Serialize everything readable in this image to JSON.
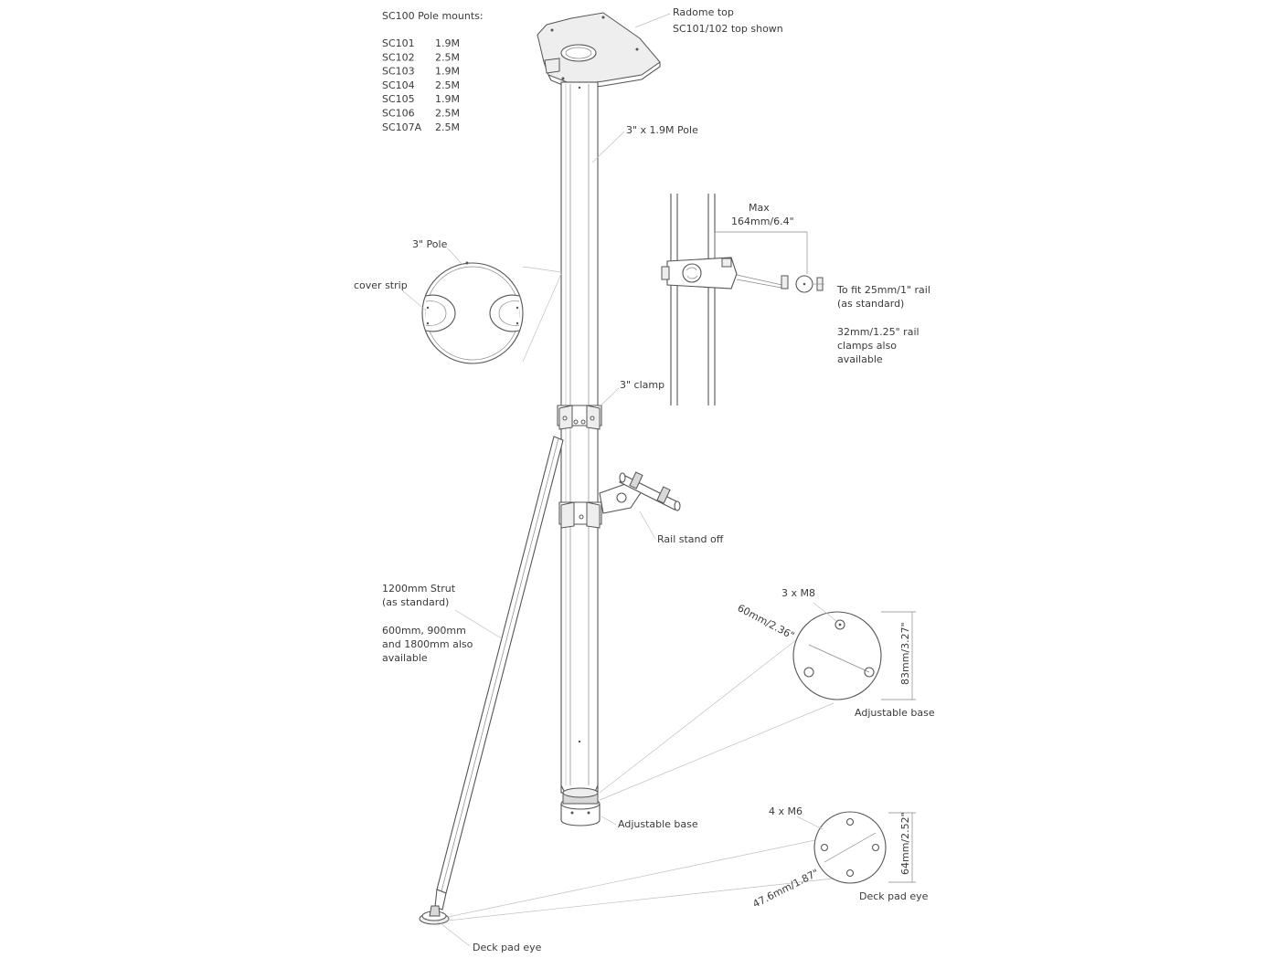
{
  "mounts": {
    "heading": "SC100 Pole mounts:",
    "items": [
      {
        "code": "SC101",
        "length": "1.9M"
      },
      {
        "code": "SC102",
        "length": "2.5M"
      },
      {
        "code": "SC103",
        "length": "1.9M"
      },
      {
        "code": "SC104",
        "length": "2.5M"
      },
      {
        "code": "SC105",
        "length": "1.9M"
      },
      {
        "code": "SC106",
        "length": "2.5M"
      },
      {
        "code": "SC107A",
        "length": "2.5M"
      }
    ]
  },
  "labels": {
    "radome_top": "Radome top",
    "radome_shown": "SC101/102 top shown",
    "pole": "3\" x 1.9M Pole",
    "pole_section": "3\" Pole",
    "cover_strip": "cover strip",
    "clamp": "3\" clamp",
    "rail_standoff": "Rail stand off",
    "max": "Max",
    "max_dim": "164mm/6.4\"",
    "rail_fit_1": "To fit 25mm/1\" rail",
    "rail_fit_2": "(as standard)",
    "rail_alt_1": "32mm/1.25\" rail",
    "rail_alt_2": "clamps also",
    "rail_alt_3": "available",
    "strut_1": "1200mm Strut",
    "strut_2": "(as standard)",
    "strut_alt_1": "600mm, 900mm",
    "strut_alt_2": "and 1800mm also",
    "strut_alt_3": "available",
    "base_bolts": "3 x M8",
    "base_pcd": "60mm/2.36\"",
    "base_dia": "83mm/3.27\"",
    "base_detail": "Adjustable base",
    "base_main": "Adjustable base",
    "pad_bolts": "4 x M6",
    "pad_pcd": "47.6mm/1.87\"",
    "pad_dia": "64mm/2.52\"",
    "pad_detail": "Deck pad eye",
    "pad_main": "Deck pad eye"
  },
  "colors": {
    "line": "#555555",
    "text": "#3a3a3a",
    "leader": "#bfbfbf"
  }
}
